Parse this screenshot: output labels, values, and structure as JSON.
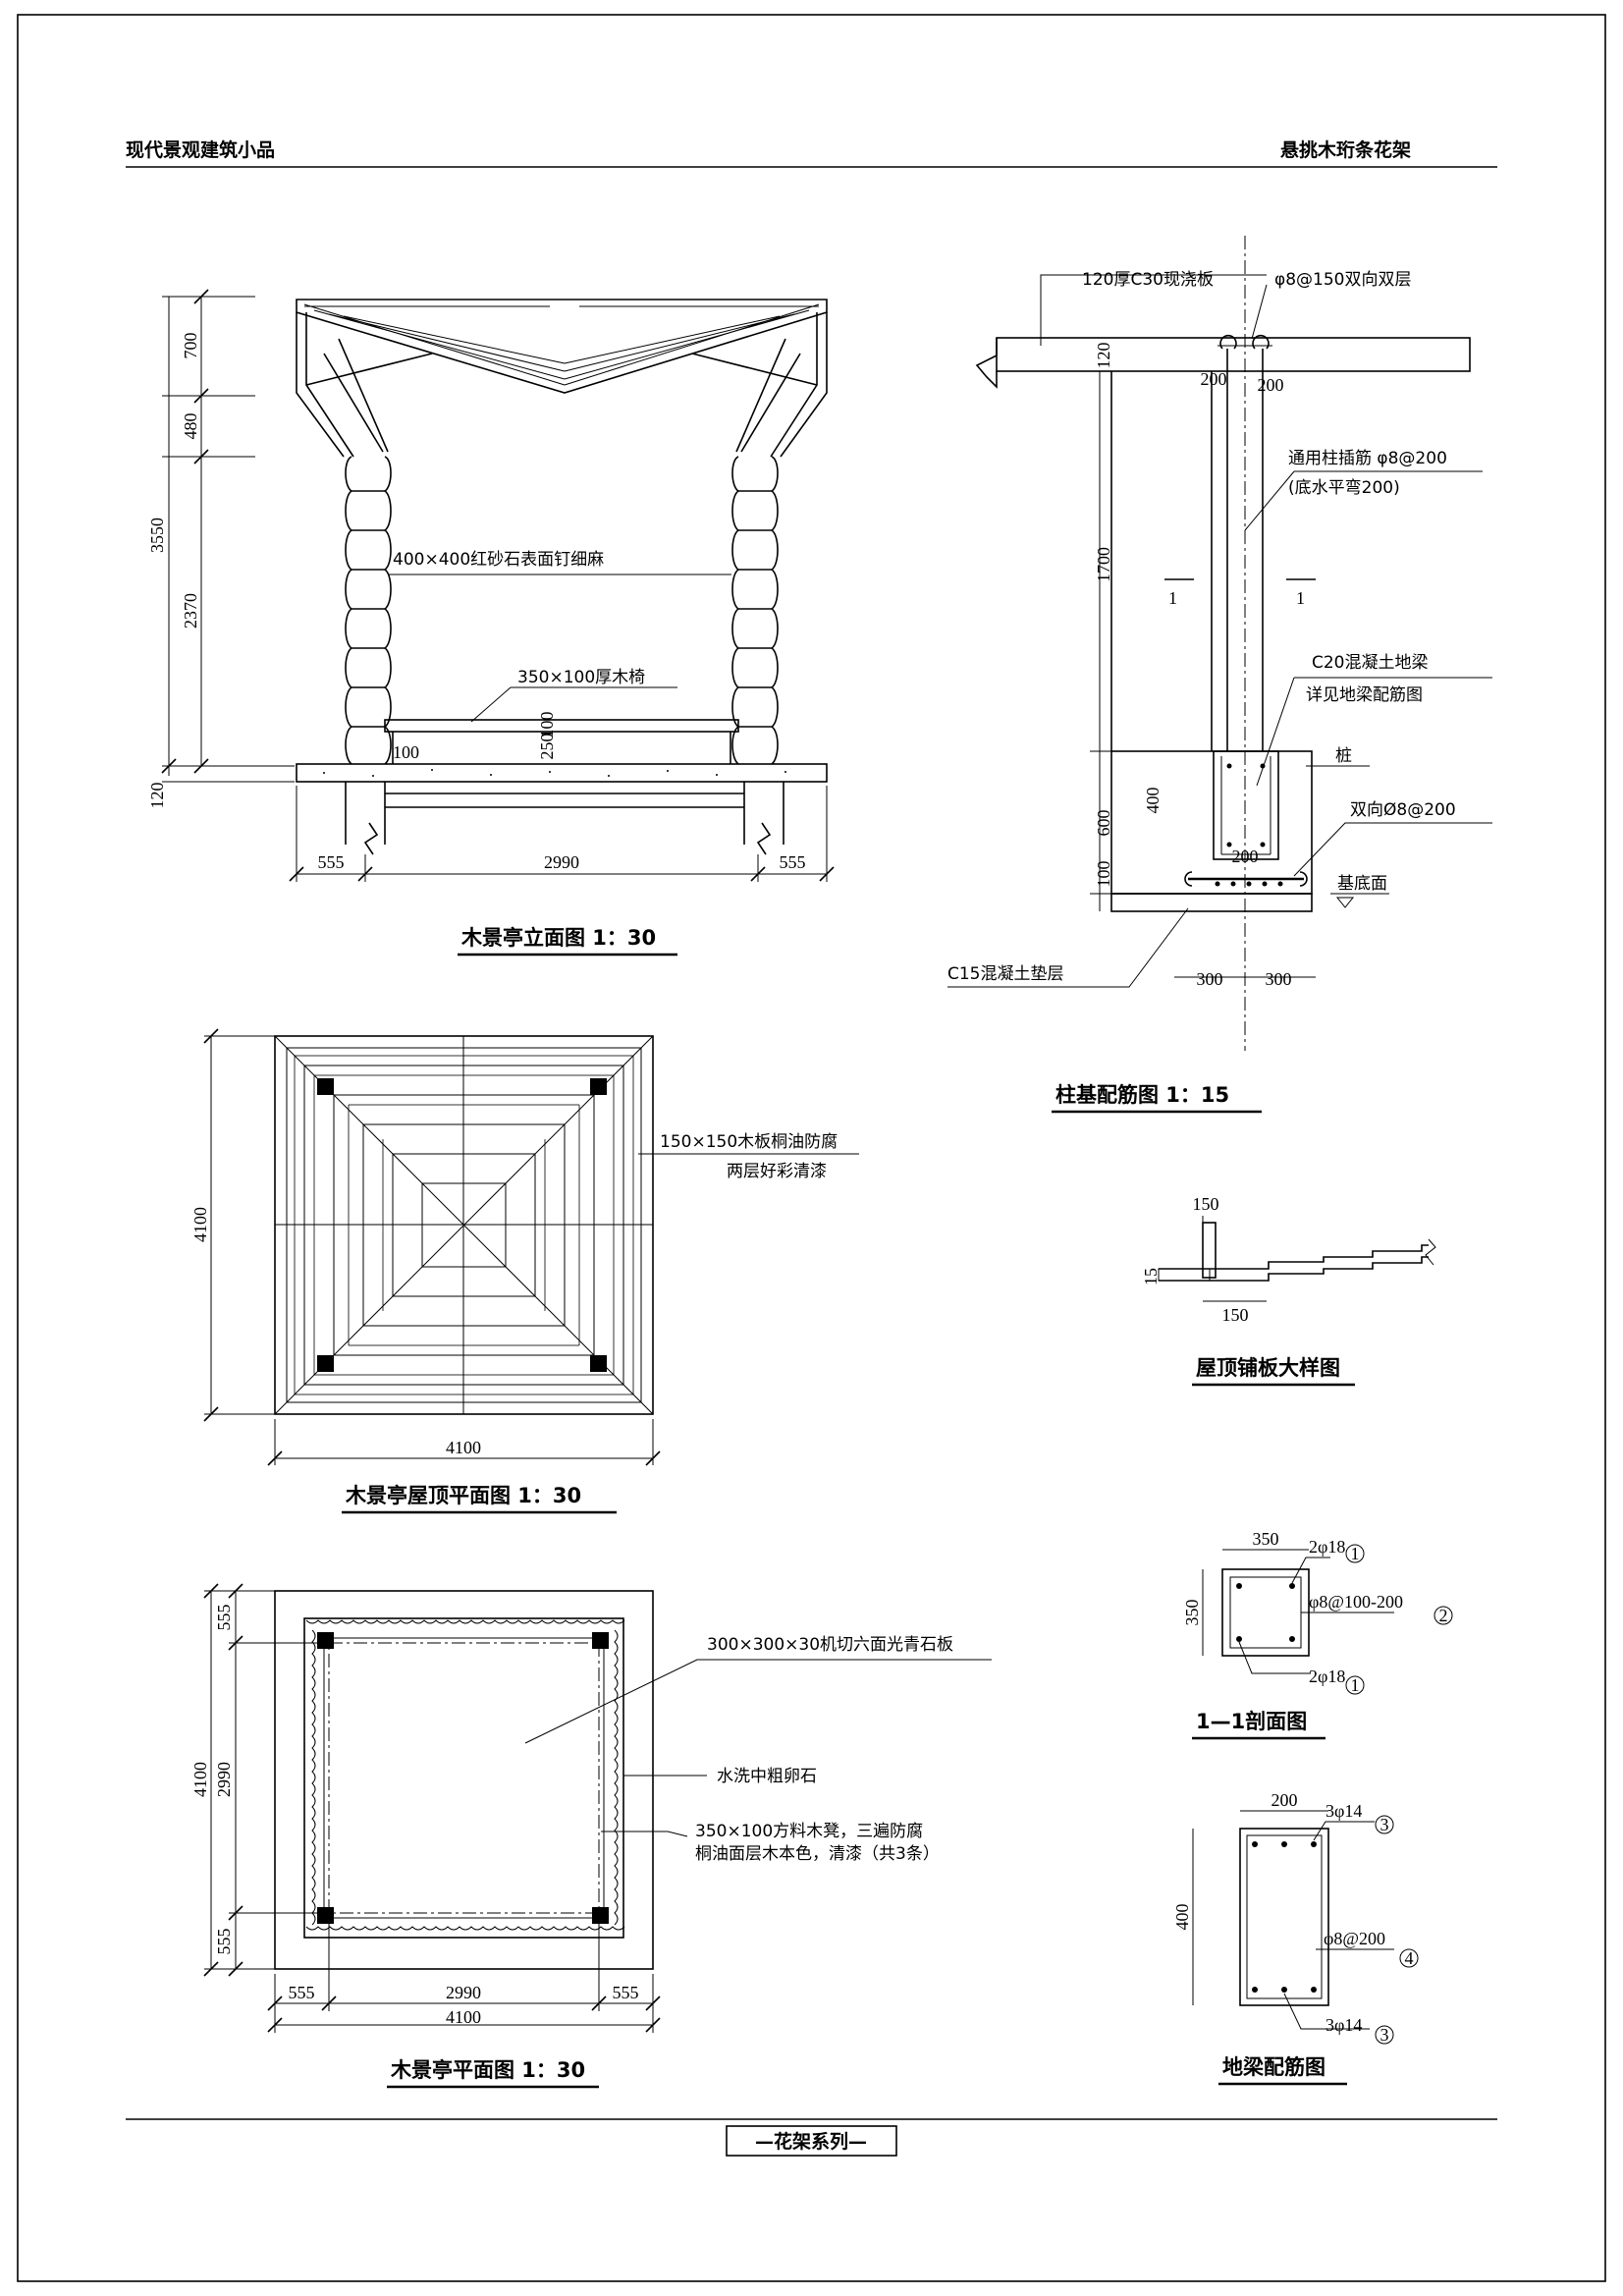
{
  "header": {
    "left": "现代景观建筑小品",
    "right": "悬挑木珩条花架"
  },
  "footer": {
    "series": "—花架系列—"
  },
  "elevation": {
    "title": "木景亭立面图 1：30",
    "dims": {
      "total": "3550",
      "top": "700",
      "mid": "480",
      "body": "2370",
      "base": "120",
      "left": "555",
      "center": "2990",
      "right": "555",
      "seat_h": "100",
      "seat_depth": "250",
      "seat_gap": "100"
    },
    "labels": {
      "column": "400×400红砂石表面钉细麻",
      "bench": "350×100厚木椅"
    }
  },
  "footing": {
    "title": "柱基配筋图 1：15",
    "labels": {
      "slab": "120厚C30现浇板",
      "slab_rebar": "φ8@150双向双层",
      "insert_rebar": "通用柱插筋 φ8@200",
      "insert_note": "(底水平弯200)",
      "ground_beam": "C20混凝土地梁",
      "beam_note": "详见地梁配筋图",
      "pile": "桩",
      "mesh": "双向Ø8@200",
      "base_level": "基底面",
      "cushion": "C15混凝土垫层",
      "section_mark": "1"
    },
    "dims": {
      "slab_t": "120",
      "w_left": "200",
      "w_right": "200",
      "h1700": "1700",
      "h400": "400",
      "h600": "600",
      "h100": "100",
      "w200": "200",
      "b300a": "300",
      "b300b": "300"
    }
  },
  "roof_plan": {
    "title": "木景亭屋顶平面图 1：30",
    "dims": {
      "width": "4100",
      "height": "4100"
    },
    "labels": {
      "board": "150×150木板桐油防腐",
      "paint": "两层好彩清漆"
    }
  },
  "roof_detail": {
    "title": "屋顶铺板大样图",
    "dims": {
      "a": "150",
      "b": "15",
      "c": "150"
    }
  },
  "floor_plan": {
    "title": "木景亭平面图 1：30",
    "dims": {
      "left_top": "555",
      "left_mid": "2990",
      "left_bot": "555",
      "left_total": "4100",
      "bot_l": "555",
      "bot_c": "2990",
      "bot_r": "555",
      "bot_total": "4100"
    },
    "labels": {
      "stone": "300×300×30机切六面光青石板",
      "pebble": "水洗中粗卵石",
      "bench": "350×100方料木凳，三遍防腐",
      "bench2": "桐油面层木本色，清漆（共3条）"
    }
  },
  "section_11": {
    "title": "1—1剖面图",
    "dims": {
      "w": "350",
      "h": "350"
    },
    "labels": {
      "top": "2φ18",
      "stirrup": "φ8@100-200",
      "bottom": "2φ18"
    },
    "marks": {
      "m1": "1",
      "m2": "2"
    }
  },
  "ground_beam": {
    "title": "地梁配筋图",
    "dims": {
      "w": "200",
      "h": "400"
    },
    "labels": {
      "top": "3φ14",
      "stirrup": "φ8@200",
      "bottom": "3φ14"
    },
    "marks": {
      "m3": "3",
      "m4": "4"
    }
  }
}
